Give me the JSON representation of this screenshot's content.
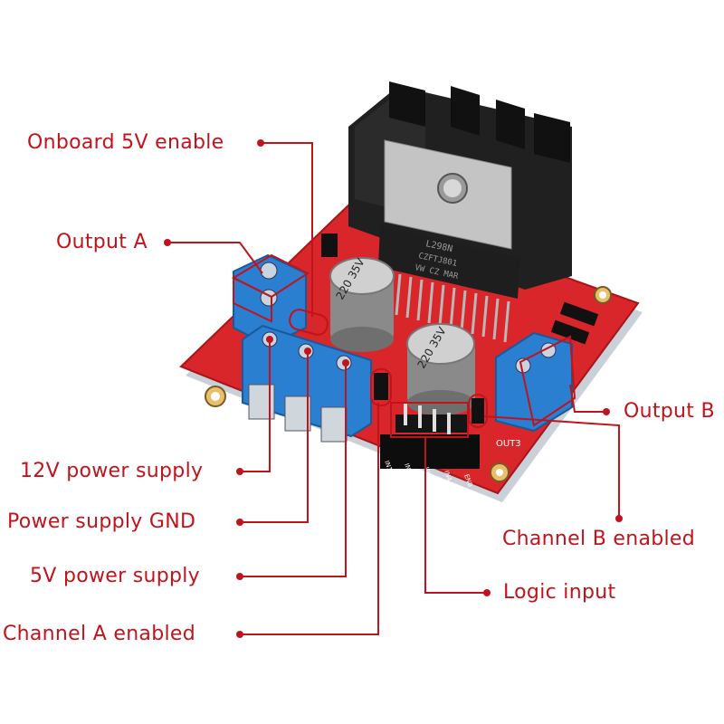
{
  "labels": {
    "onboard_5v_enable": "Onboard 5V enable",
    "output_a": "Output A",
    "output_b": "Output B",
    "power_12v": "12V power supply",
    "power_gnd": "Power supply GND",
    "power_5v": "5V power supply",
    "channel_a_enabled": "Channel A enabled",
    "channel_b_enabled": "Channel B enabled",
    "logic_input": "Logic input"
  },
  "board": {
    "chip_marking_1": "L298N",
    "chip_marking_2": "CZFTJ801",
    "chip_marking_3": "VW CZ MAR",
    "cap_1_text": "220 35V",
    "cap_2_text": "220 35V",
    "silk_out3": "OUT3",
    "silk_ena": "ENA",
    "silk_in1": "IN1",
    "silk_in2": "IN2",
    "silk_in3": "IN3",
    "silk_in4": "IN4",
    "silk_enb": "ENB"
  },
  "colors": {
    "callout": "#c0141c",
    "board": "#d9262a",
    "terminal": "#2a7fd0",
    "heatsink": "#1a1a1a"
  }
}
